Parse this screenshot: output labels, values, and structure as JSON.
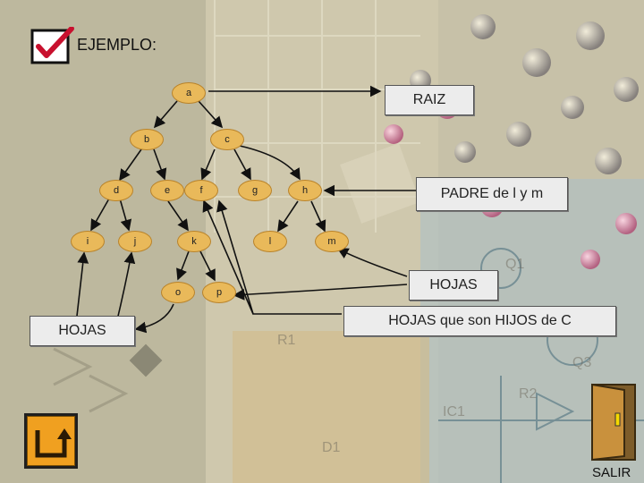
{
  "header": {
    "title": "EJEMPLO:"
  },
  "tree": {
    "nodes": {
      "a": "a",
      "b": "b",
      "c": "c",
      "d": "d",
      "e": "e",
      "f": "f",
      "g": "g",
      "h": "h",
      "i": "i",
      "j": "j",
      "k": "k",
      "l": "l",
      "m": "m",
      "o": "o",
      "p": "p"
    }
  },
  "labels": {
    "raiz": "RAIZ",
    "padre": "PADRE de l y m",
    "hojas_right": "HOJAS",
    "hojas_left": "HOJAS",
    "hojas_hijos": "HOJAS que son HIJOS de C"
  },
  "nav": {
    "back_icon": "return-arrow-icon",
    "exit_icon": "door-icon",
    "exit_label": "SALIR"
  },
  "colors": {
    "node_fill": "#e9b95a",
    "label_bg": "#ececec",
    "back_button": "#f0a020"
  }
}
